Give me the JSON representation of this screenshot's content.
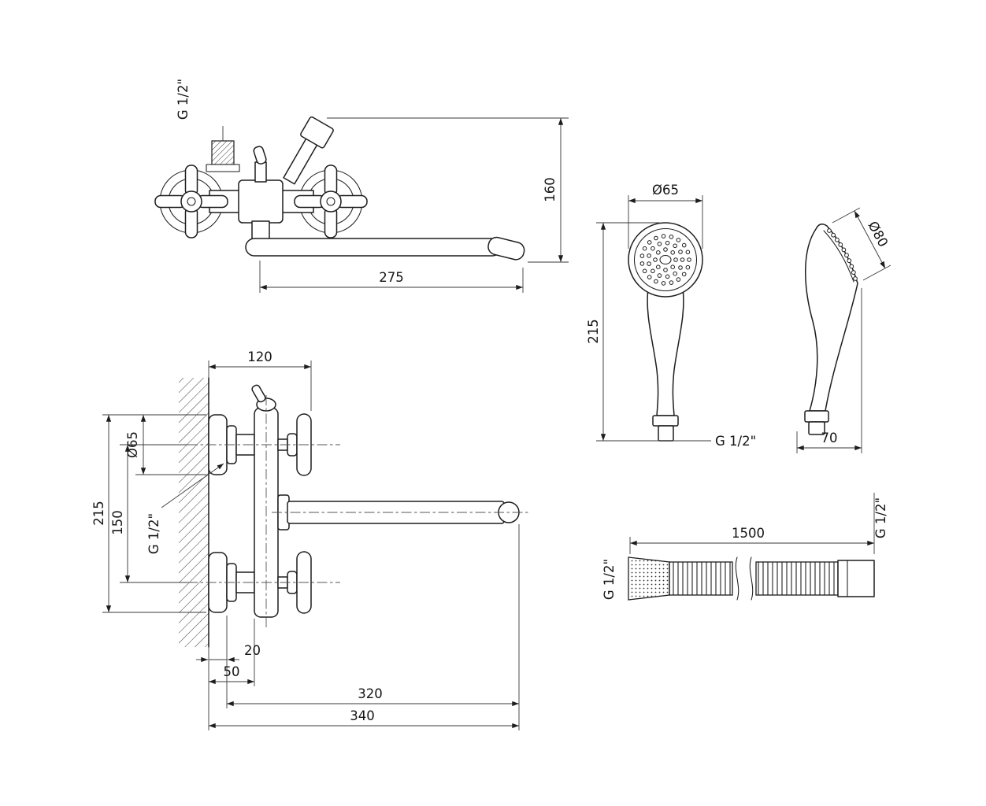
{
  "drawing": {
    "faucet_front": {
      "thread_label": "G 1/2\"",
      "height": "160",
      "spout_reach": "275"
    },
    "handset_front": {
      "head_diameter": "Ø65",
      "length": "215",
      "thread_label": "G 1/2\""
    },
    "handset_side": {
      "head_diameter": "Ø80",
      "depth": "70"
    },
    "faucet_side": {
      "body_width": "120",
      "escutcheon_diameter": "Ø65",
      "overall_height": "215",
      "centers_distance": "150",
      "thread_label": "G 1/2\"",
      "wall_offset": "20",
      "body_depth": "50",
      "spout_length": "320",
      "overall_depth": "340"
    },
    "hose": {
      "length": "1500",
      "thread_left": "G 1/2\"",
      "thread_right": "G 1/2\""
    }
  }
}
